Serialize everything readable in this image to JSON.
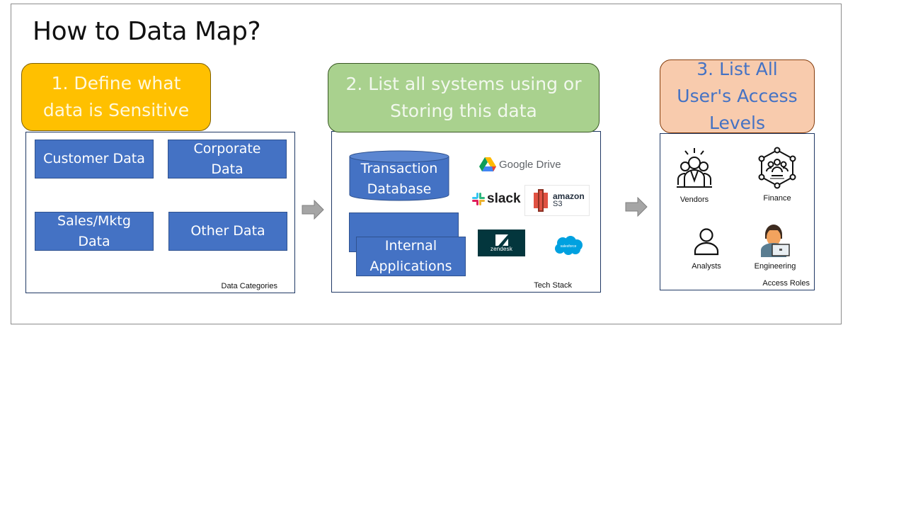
{
  "title": "How to Data Map?",
  "steps": [
    {
      "label": "1. Define what data is Sensitive",
      "color": "#ffc000"
    },
    {
      "label": "2. List all systems using or Storing this data",
      "color": "#a9d18e"
    },
    {
      "label": "3. List All User's Access Levels",
      "color": "#f8cbad"
    }
  ],
  "data_categories": {
    "caption": "Data Categories",
    "items": [
      "Customer Data",
      "Corporate Data",
      "Sales/Mktg Data",
      "Other Data"
    ],
    "box_color": "#4472c4"
  },
  "tech_stack": {
    "caption": "Tech Stack",
    "database": "Transaction Database",
    "internal_apps": "Internal Applications",
    "logos": {
      "google_drive": "Google Drive",
      "slack": "slack",
      "amazon_s3_line1": "amazon",
      "amazon_s3_line2": "S3",
      "zendesk": "zendesk",
      "salesforce": "salesforce"
    }
  },
  "access_roles": {
    "caption": "Access Roles",
    "roles": [
      "Vendors",
      "Finance",
      "Analysts",
      "Engineering"
    ]
  },
  "icons": {
    "arrow": "right-arrow-icon",
    "vendors": "group-alert-icon",
    "finance": "network-people-icon",
    "analysts": "user-outline-icon",
    "engineering": "person-laptop-icon"
  }
}
